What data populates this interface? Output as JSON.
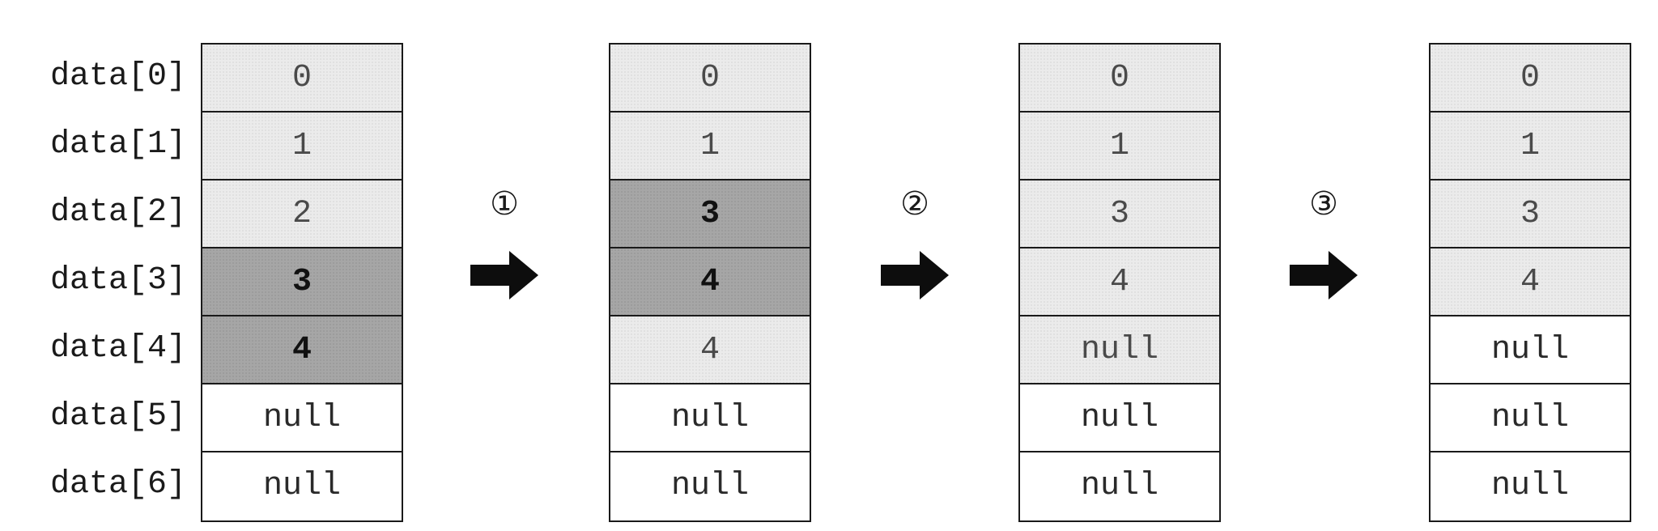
{
  "labels": [
    "data[0]",
    "data[1]",
    "data[2]",
    "data[3]",
    "data[4]",
    "data[5]",
    "data[6]"
  ],
  "steps": [
    "①",
    "②",
    "③"
  ],
  "arrays": [
    {
      "cells": [
        {
          "value": "0",
          "style": "light"
        },
        {
          "value": "1",
          "style": "light"
        },
        {
          "value": "2",
          "style": "light"
        },
        {
          "value": "3",
          "style": "dark"
        },
        {
          "value": "4",
          "style": "dark"
        },
        {
          "value": "null",
          "style": "empty"
        },
        {
          "value": "null",
          "style": "empty"
        }
      ]
    },
    {
      "cells": [
        {
          "value": "0",
          "style": "light"
        },
        {
          "value": "1",
          "style": "light"
        },
        {
          "value": "3",
          "style": "dark"
        },
        {
          "value": "4",
          "style": "dark"
        },
        {
          "value": "4",
          "style": "light"
        },
        {
          "value": "null",
          "style": "empty"
        },
        {
          "value": "null",
          "style": "empty"
        }
      ]
    },
    {
      "cells": [
        {
          "value": "0",
          "style": "light"
        },
        {
          "value": "1",
          "style": "light"
        },
        {
          "value": "3",
          "style": "light"
        },
        {
          "value": "4",
          "style": "light"
        },
        {
          "value": "null",
          "style": "light"
        },
        {
          "value": "null",
          "style": "empty"
        },
        {
          "value": "null",
          "style": "empty"
        }
      ]
    },
    {
      "cells": [
        {
          "value": "0",
          "style": "light"
        },
        {
          "value": "1",
          "style": "light"
        },
        {
          "value": "3",
          "style": "light"
        },
        {
          "value": "4",
          "style": "light"
        },
        {
          "value": "null",
          "style": "empty"
        },
        {
          "value": "null",
          "style": "empty"
        },
        {
          "value": "null",
          "style": "empty"
        }
      ]
    }
  ]
}
